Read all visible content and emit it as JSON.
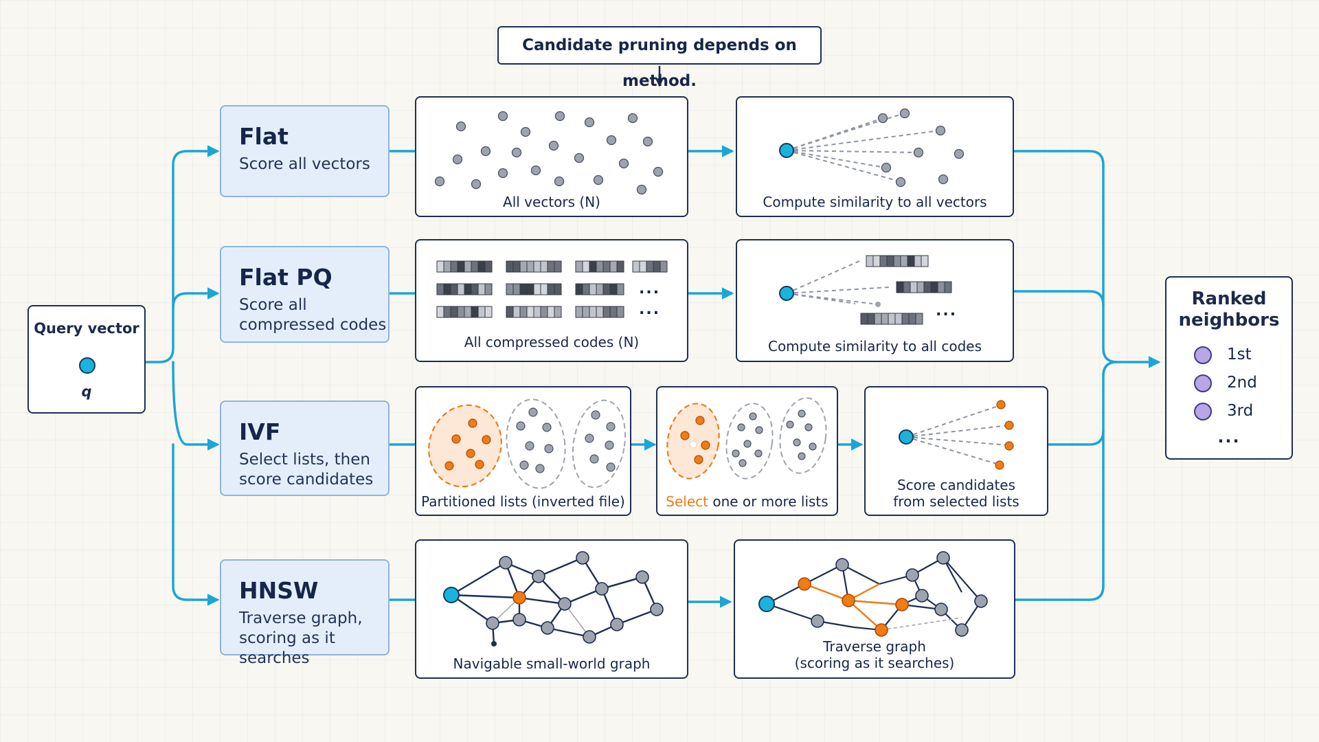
{
  "banner": "Candidate pruning depends on method.",
  "query": {
    "title": "Query vector",
    "label": "q"
  },
  "methods": [
    {
      "name": "Flat",
      "desc": "Score all vectors"
    },
    {
      "name": "Flat PQ",
      "desc": "Score all\ncompressed codes"
    },
    {
      "name": "IVF",
      "desc": "Select lists, then\nscore candidates"
    },
    {
      "name": "HNSW",
      "desc": "Traverse graph,\nscoring as it searches"
    }
  ],
  "captions": {
    "flat_vectors": "All vectors (N)",
    "flat_similarity": "Compute similarity to all vectors",
    "pq_codes": "All compressed codes (N)",
    "pq_similarity": "Compute similarity to all codes",
    "ivf_partitioned": "Partitioned lists (inverted file)",
    "ivf_select_highlight": "Select",
    "ivf_select_rest": " one or more lists",
    "ivf_score": "Score candidates\nfrom selected lists",
    "hnsw_graph": "Navigable small-world graph",
    "hnsw_traverse": "Traverse graph\n(scoring as it searches)"
  },
  "ellipsis": "...",
  "output": {
    "title": "Ranked\nneighbors",
    "ranks": [
      "1st",
      "2nd",
      "3rd"
    ],
    "more": "..."
  },
  "colors": {
    "connector": "#1aa6d6",
    "border": "#1e2d52",
    "method_fill": "#e4eefb",
    "point_gray": "#9ea3ad",
    "highlight_orange": "#f07c12",
    "query_cyan": "#19b3dd",
    "rank_purple": "#b9a6e6"
  }
}
